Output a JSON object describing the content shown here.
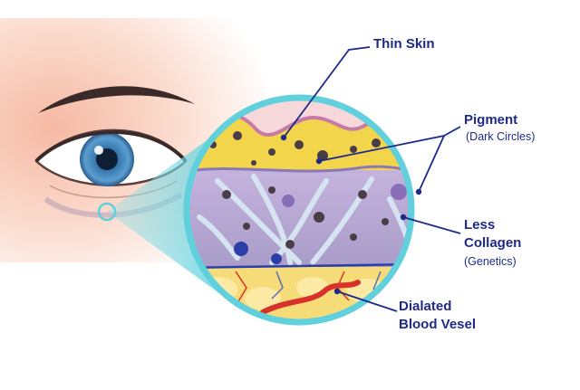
{
  "labels": {
    "thin_skin": "Thin Skin",
    "pigment": "Pigment",
    "pigment_sub": "(Dark Circles)",
    "less_collagen_line1": "Less",
    "less_collagen_line2": "Collagen",
    "less_collagen_sub": "(Genetics)",
    "dialated_line1": "Dialated",
    "dialated_line2": "Blood Vesel"
  },
  "colors": {
    "label_text": "#1e2a8a",
    "leader_line": "#1e2a8a",
    "magnifier_ring": "#5fd0dc",
    "skin_tone": "#f7c9b7",
    "iris": "#3b7fb5",
    "epidermis_yellow": "#f2d54a",
    "dermis_purple": "#a89cc8",
    "fat_yellow": "#f5dc79",
    "blood_red": "#d8312a",
    "pigment_dot": "#4a3d48"
  }
}
